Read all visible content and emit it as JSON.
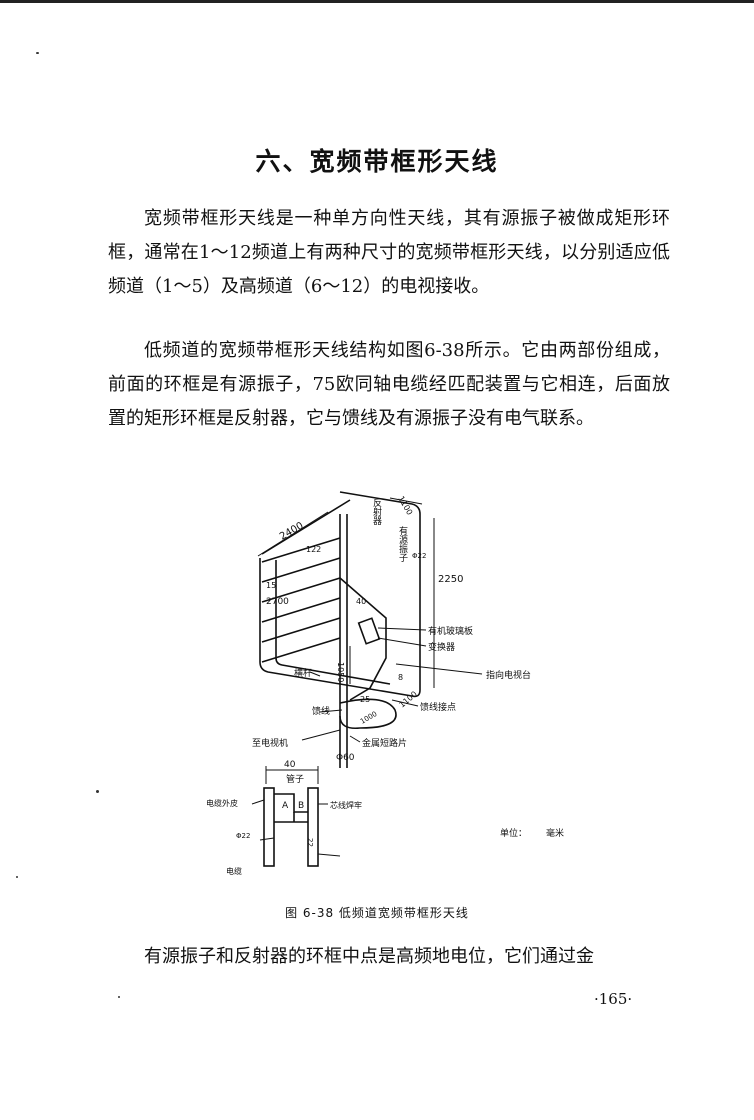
{
  "page": {
    "title": "六、宽频带框形天线",
    "paragraphs": [
      "宽频带框形天线是一种单方向性天线，其有源振子被做成矩形环框，通常在1～12频道上有两种尺寸的宽频带框形天线，以分别适应低频道（1～5）及高频道（6～12）的电视接收。",
      "低频道的宽频带框形天线结构如图6-38所示。它由两部份组成，前面的环框是有源振子，75欧同轴电缆经匹配装置与它相连，后面放置的矩形环框是反射器，它与馈线及有源振子没有电气联系。",
      "有源振子和反射器的环框中点是高频地电位，它们通过金"
    ],
    "page_number": "·165·"
  },
  "figure": {
    "caption": "图 6-38   低频道宽频带框形天线",
    "dimensions": [
      "2400",
      "1100",
      "122",
      "15",
      "2700",
      "2250",
      "40",
      "1050",
      "1100",
      "8",
      "25",
      "1000",
      "Φ22",
      "Φ60",
      "40",
      "Φ22",
      "22"
    ],
    "labels": {
      "reflector": "反射器",
      "active_dipole": "有源振子",
      "organic_glass": "有机玻璃板",
      "converter": "变换器",
      "toward_station": "指向电视台",
      "crossbar": "横杆",
      "feeder": "馈线",
      "feed_point": "馈线接点",
      "to_tv": "至电视机",
      "metal_short": "金属短路片",
      "pipe": "管子",
      "a": "A",
      "b": "B",
      "cable_outer": "电缆外皮",
      "core_solder": "芯线焊牢",
      "cable": "电缆",
      "unit_label": "单位：",
      "unit_value": "毫米"
    }
  }
}
